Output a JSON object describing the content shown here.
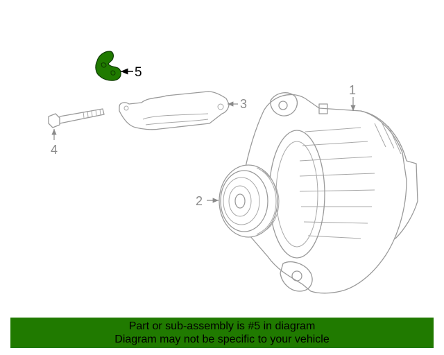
{
  "callouts": {
    "c1": "1",
    "c2": "2",
    "c3": "3",
    "c4": "4",
    "c5": "5"
  },
  "highlight_color": "#207a00",
  "banner": {
    "line1": "Part or sub-assembly is #5 in diagram",
    "line2": "Diagram may not be specific to your vehicle"
  }
}
